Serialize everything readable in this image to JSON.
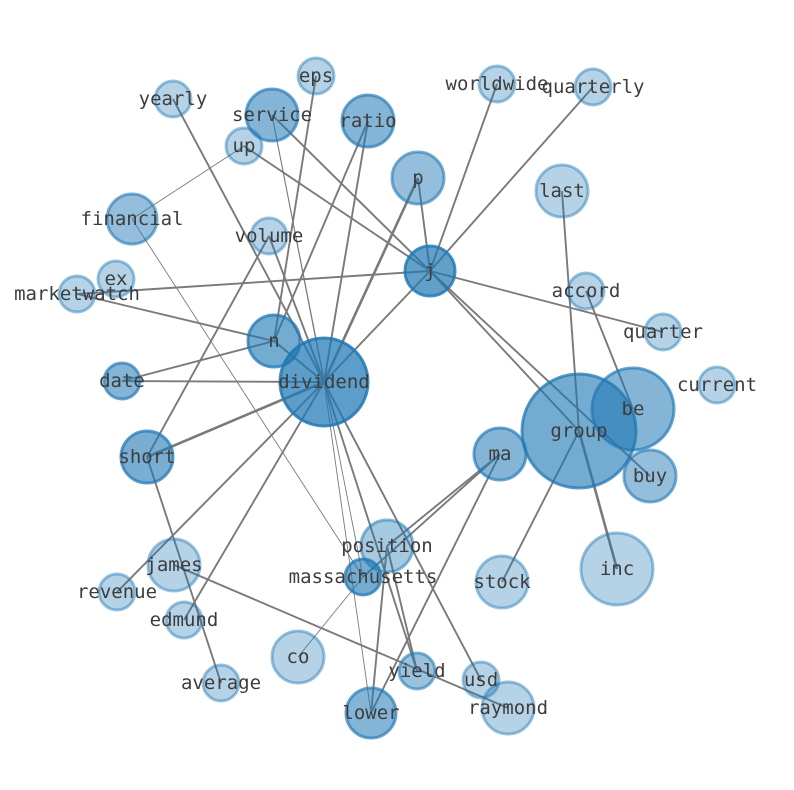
{
  "graph": {
    "node_color": "#1f77b4",
    "edge_color": "#7a7a7a",
    "nodes": [
      {
        "id": "dividend",
        "label": "dividend",
        "shade": 0.72
      },
      {
        "id": "group",
        "label": "group",
        "shade": 0.62
      },
      {
        "id": "be",
        "label": "be",
        "shade": 0.55
      },
      {
        "id": "inc",
        "label": "inc",
        "shade": 0.33
      },
      {
        "id": "j",
        "label": "j",
        "shade": 0.7
      },
      {
        "id": "n",
        "label": "n",
        "shade": 0.62
      },
      {
        "id": "short",
        "label": "short",
        "shade": 0.6
      },
      {
        "id": "ratio",
        "label": "ratio",
        "shade": 0.55
      },
      {
        "id": "service",
        "label": "service",
        "shade": 0.55
      },
      {
        "id": "p",
        "label": "p",
        "shade": 0.48
      },
      {
        "id": "ma",
        "label": "ma",
        "shade": 0.55
      },
      {
        "id": "buy",
        "label": "buy",
        "shade": 0.48
      },
      {
        "id": "financial",
        "label": "financial",
        "shade": 0.48
      },
      {
        "id": "lower",
        "label": "lower",
        "shade": 0.55
      },
      {
        "id": "massachusetts",
        "label": "massachusetts",
        "shade": 0.62
      },
      {
        "id": "position",
        "label": "position",
        "shade": 0.4
      },
      {
        "id": "date",
        "label": "date",
        "shade": 0.55
      },
      {
        "id": "yield",
        "label": "yield",
        "shade": 0.45
      },
      {
        "id": "last",
        "label": "last",
        "shade": 0.33
      },
      {
        "id": "stock",
        "label": "stock",
        "shade": 0.33
      },
      {
        "id": "james",
        "label": "james",
        "shade": 0.33
      },
      {
        "id": "raymond",
        "label": "raymond",
        "shade": 0.33
      },
      {
        "id": "co",
        "label": "co",
        "shade": 0.33
      },
      {
        "id": "volume",
        "label": "volume",
        "shade": 0.33
      },
      {
        "id": "up",
        "label": "up",
        "shade": 0.33
      },
      {
        "id": "yearly",
        "label": "yearly",
        "shade": 0.33
      },
      {
        "id": "eps",
        "label": "eps",
        "shade": 0.33
      },
      {
        "id": "worldwide",
        "label": "worldwide",
        "shade": 0.33
      },
      {
        "id": "quarterly",
        "label": "quarterly",
        "shade": 0.33
      },
      {
        "id": "accord",
        "label": "accord",
        "shade": 0.33
      },
      {
        "id": "quarter",
        "label": "quarter",
        "shade": 0.33
      },
      {
        "id": "current",
        "label": "current",
        "shade": 0.33
      },
      {
        "id": "ex",
        "label": "ex",
        "shade": 0.33
      },
      {
        "id": "marketwatch",
        "label": "marketwatch",
        "shade": 0.33
      },
      {
        "id": "revenue",
        "label": "revenue",
        "shade": 0.33
      },
      {
        "id": "edmund",
        "label": "edmund",
        "shade": 0.33
      },
      {
        "id": "average",
        "label": "average",
        "shade": 0.33
      },
      {
        "id": "usd",
        "label": "usd",
        "shade": 0.33
      }
    ],
    "edges": [
      {
        "source": "dividend",
        "target": "j",
        "weight": 2
      },
      {
        "source": "dividend",
        "target": "n",
        "weight": 2
      },
      {
        "source": "dividend",
        "target": "date",
        "weight": 2
      },
      {
        "source": "dividend",
        "target": "short",
        "weight": 3
      },
      {
        "source": "dividend",
        "target": "ratio",
        "weight": 2
      },
      {
        "source": "dividend",
        "target": "p",
        "weight": 3
      },
      {
        "source": "dividend",
        "target": "volume",
        "weight": 2
      },
      {
        "source": "dividend",
        "target": "yearly",
        "weight": 2
      },
      {
        "source": "dividend",
        "target": "revenue",
        "weight": 2
      },
      {
        "source": "dividend",
        "target": "edmund",
        "weight": 2
      },
      {
        "source": "dividend",
        "target": "yield",
        "weight": 2
      },
      {
        "source": "dividend",
        "target": "lower",
        "weight": 1
      },
      {
        "source": "dividend",
        "target": "usd",
        "weight": 2
      },
      {
        "source": "dividend",
        "target": "service",
        "weight": 1
      },
      {
        "source": "n",
        "target": "eps",
        "weight": 2
      },
      {
        "source": "n",
        "target": "marketwatch",
        "weight": 2
      },
      {
        "source": "n",
        "target": "date",
        "weight": 2
      },
      {
        "source": "n",
        "target": "ratio",
        "weight": 2
      },
      {
        "source": "j",
        "target": "marketwatch",
        "weight": 2
      },
      {
        "source": "j",
        "target": "service",
        "weight": 2
      },
      {
        "source": "j",
        "target": "up",
        "weight": 2
      },
      {
        "source": "j",
        "target": "worldwide",
        "weight": 2
      },
      {
        "source": "j",
        "target": "quarterly",
        "weight": 2
      },
      {
        "source": "j",
        "target": "quarter",
        "weight": 2
      },
      {
        "source": "j",
        "target": "group",
        "weight": 2
      },
      {
        "source": "j",
        "target": "buy",
        "weight": 2
      },
      {
        "source": "j",
        "target": "p",
        "weight": 2
      },
      {
        "source": "group",
        "target": "last",
        "weight": 2
      },
      {
        "source": "group",
        "target": "stock",
        "weight": 2
      },
      {
        "source": "group",
        "target": "inc",
        "weight": 3
      },
      {
        "source": "be",
        "target": "accord",
        "weight": 2
      },
      {
        "source": "short",
        "target": "average",
        "weight": 2
      },
      {
        "source": "short",
        "target": "volume",
        "weight": 2
      },
      {
        "source": "financial",
        "target": "up",
        "weight": 1
      },
      {
        "source": "financial",
        "target": "massachusetts",
        "weight": 1
      },
      {
        "source": "ma",
        "target": "position",
        "weight": 2
      },
      {
        "source": "ma",
        "target": "massachusetts",
        "weight": 2
      },
      {
        "source": "ma",
        "target": "lower",
        "weight": 2
      },
      {
        "source": "massachusetts",
        "target": "co",
        "weight": 1
      },
      {
        "source": "massachusetts",
        "target": "service",
        "weight": 1
      },
      {
        "source": "position",
        "target": "lower",
        "weight": 2
      },
      {
        "source": "position",
        "target": "yield",
        "weight": 2
      },
      {
        "source": "james",
        "target": "raymond",
        "weight": 2
      }
    ]
  }
}
